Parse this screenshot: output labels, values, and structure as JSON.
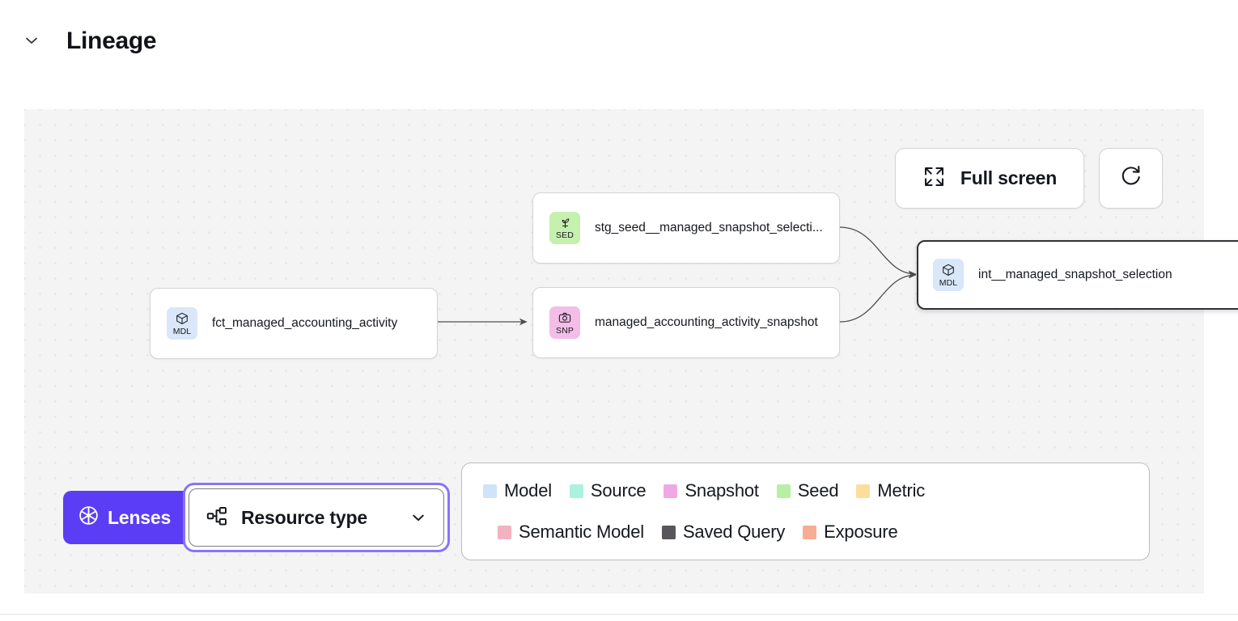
{
  "header": {
    "title": "Lineage",
    "collapse_icon": "chevron-down-icon"
  },
  "canvas": {
    "fullscreen_button": {
      "label": "Full screen",
      "icon": "expand-arrows-icon"
    },
    "refresh_button": {
      "icon": "refresh-icon"
    },
    "nodes": [
      {
        "id": "fct_managed_accounting_activity",
        "label": "fct_managed_accounting_activity",
        "badge_label": "MDL",
        "badge_icon": "cube-icon",
        "type": "model",
        "selected": false
      },
      {
        "id": "stg_seed__managed_snapshot_selection",
        "label": "stg_seed__managed_snapshot_selecti...",
        "badge_label": "SED",
        "badge_icon": "sprout-icon",
        "type": "seed",
        "selected": false
      },
      {
        "id": "managed_accounting_activity_snapshot",
        "label": "managed_accounting_activity_snapshot",
        "badge_label": "SNP",
        "badge_icon": "camera-icon",
        "type": "snapshot",
        "selected": false
      },
      {
        "id": "int__managed_snapshot_selection",
        "label": "int__managed_snapshot_selection",
        "badge_label": "MDL",
        "badge_icon": "cube-icon",
        "type": "model",
        "selected": true
      }
    ]
  },
  "controls": {
    "lenses": {
      "label": "Lenses",
      "icon": "aperture-icon",
      "color": "#5b3df5"
    },
    "resource_type": {
      "label": "Resource type",
      "icon": "hierarchy-icon",
      "chevron": "chevron-down-icon",
      "focus_ring_color": "#8b72f8"
    }
  },
  "legend": {
    "row1": [
      {
        "label": "Model",
        "color": "#cfe4f9"
      },
      {
        "label": "Source",
        "color": "#aaf2e0"
      },
      {
        "label": "Snapshot",
        "color": "#f0a8e4"
      },
      {
        "label": "Seed",
        "color": "#b6f0a0"
      },
      {
        "label": "Metric",
        "color": "#fade9b"
      }
    ],
    "row2": [
      {
        "label": "Semantic Model",
        "color": "#f2b2c0"
      },
      {
        "label": "Saved Query",
        "color": "#58565a"
      },
      {
        "label": "Exposure",
        "color": "#f6ad93"
      }
    ]
  }
}
